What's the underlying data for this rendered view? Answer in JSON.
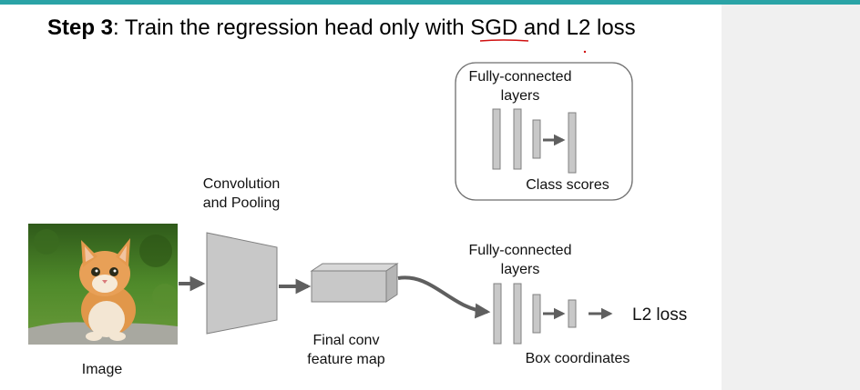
{
  "title": {
    "step": "Step 3",
    "rest": ": Train the regression head only with SGD and L2 loss"
  },
  "image": {
    "label": "Image"
  },
  "conv": {
    "label_line1": "Convolution",
    "label_line2": "and Pooling"
  },
  "feature_map": {
    "label_line1": "Final conv",
    "label_line2": "feature map"
  },
  "classification_head": {
    "title_line1": "Fully-connected",
    "title_line2": "layers",
    "output_label": "Class scores"
  },
  "regression_head": {
    "title_line1": "Fully-connected",
    "title_line2": "layers",
    "output_label": "Box coordinates",
    "loss_label": "L2 loss"
  },
  "colors": {
    "accent_bar": "#2aa3a6",
    "shape_fill": "#c8c8c8",
    "shape_stroke": "#808080",
    "arrow": "#5f5f5f",
    "annotation": "#d01010"
  }
}
